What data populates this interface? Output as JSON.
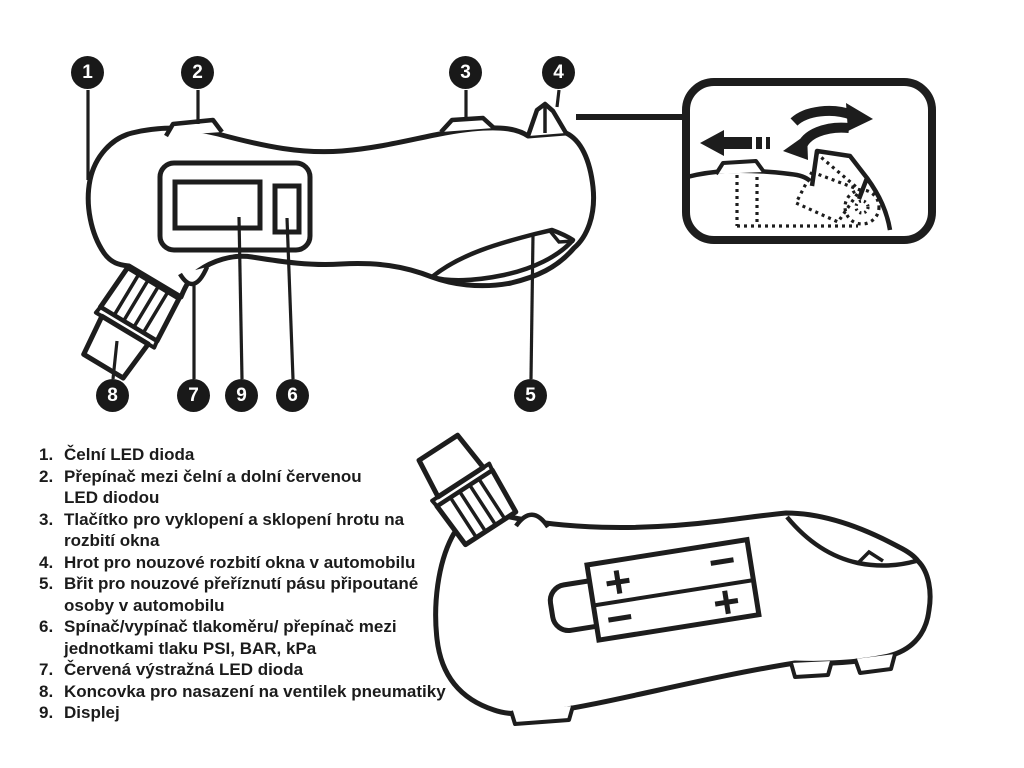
{
  "diagram": {
    "callouts": [
      {
        "label": "1"
      },
      {
        "label": "2"
      },
      {
        "label": "3"
      },
      {
        "label": "4"
      },
      {
        "label": "5"
      },
      {
        "label": "6"
      },
      {
        "label": "7"
      },
      {
        "label": "8"
      },
      {
        "label": "9"
      }
    ],
    "battery_symbols": {
      "top_left": "+",
      "top_right": "−",
      "bottom_left": "−",
      "bottom_right": "+"
    },
    "colors": {
      "line": "#1d1d1d",
      "background": "#ffffff",
      "callout_bg": "#191919",
      "callout_text": "#ffffff"
    }
  },
  "legend": {
    "items": [
      {
        "number": "1.",
        "text": "Čelní LED dioda"
      },
      {
        "number": "2.",
        "text": "Přepínač mezi čelní a dolní červenou\nLED diodou"
      },
      {
        "number": "3.",
        "text": "Tlačítko pro vyklopení a sklopení hrotu na\nrozbití okna"
      },
      {
        "number": "4.",
        "text": "Hrot pro nouzové rozbití okna v automobilu"
      },
      {
        "number": "5.",
        "text": "Břit pro nouzové přeříznutí pásu připoutané\nosoby v automobilu"
      },
      {
        "number": "6.",
        "text": "Spínač/vypínač tlakoměru/ přepínač mezi\njednotkami tlaku PSI, BAR, kPa"
      },
      {
        "number": "7.",
        "text": "Červená výstražná LED dioda"
      },
      {
        "number": "8.",
        "text": "Koncovka pro nasazení na ventilek pneumatiky"
      },
      {
        "number": "9.",
        "text": "Displej"
      }
    ]
  }
}
